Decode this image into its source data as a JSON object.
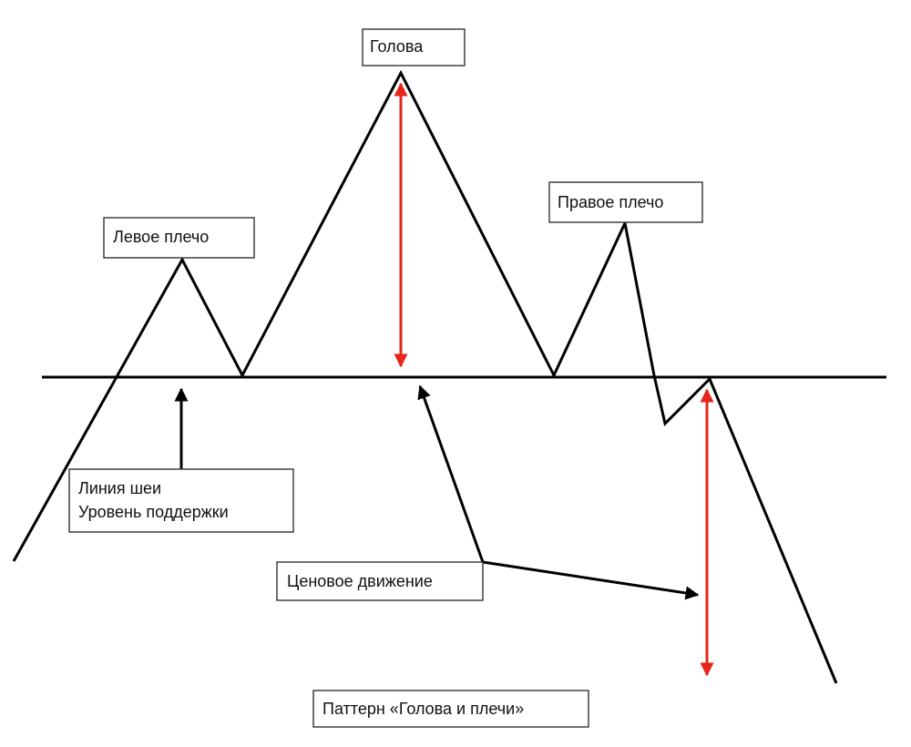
{
  "diagram": {
    "labels": {
      "head": "Голова",
      "left_shoulder": "Левое плечо",
      "right_shoulder": "Правое плечо",
      "neckline_line1": "Линия шеи",
      "neckline_line2": "Уровень поддержки",
      "price_movement": "Ценовое движение",
      "caption": "Паттерн «Голова и плечи»"
    },
    "colors": {
      "line": "#000000",
      "target_arrow": "#e8251a",
      "box_border": "#333333"
    }
  }
}
